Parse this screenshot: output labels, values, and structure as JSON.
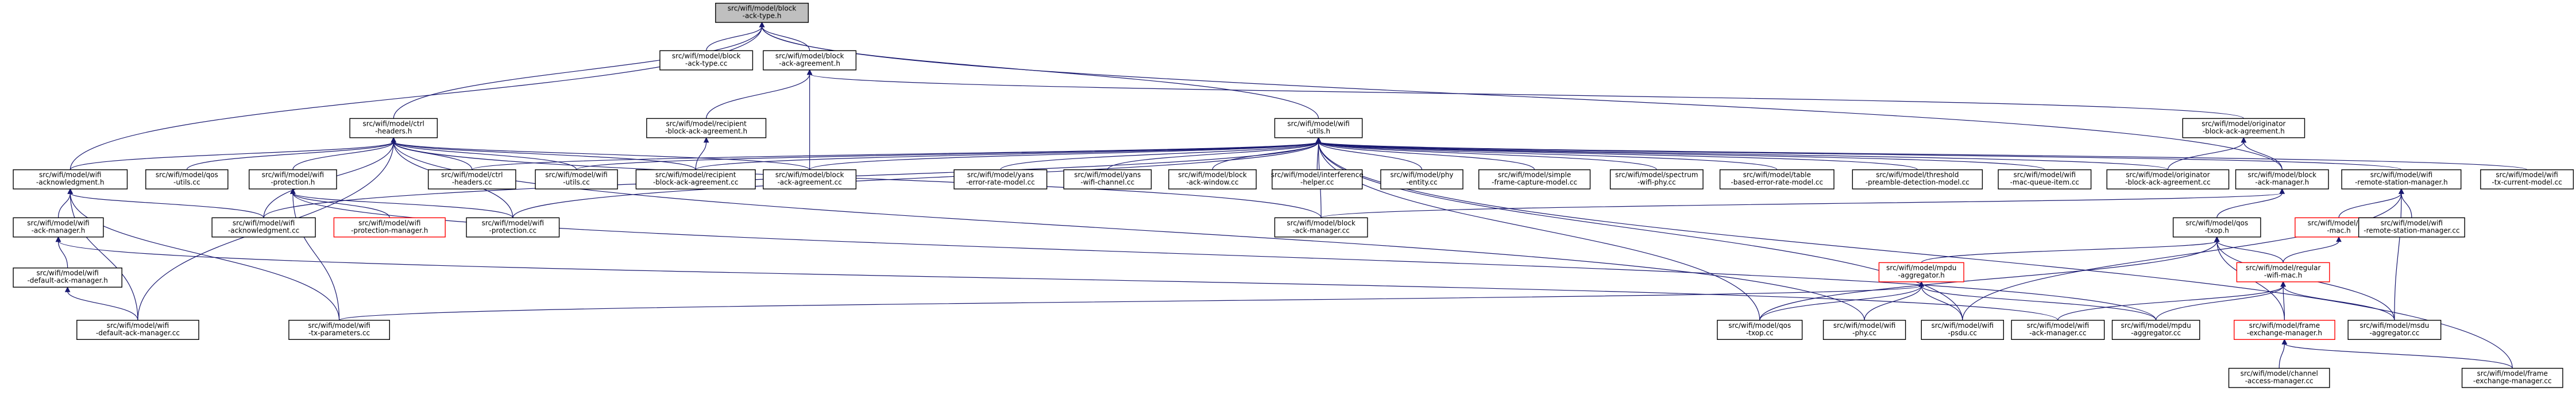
{
  "graph": {
    "colors": {
      "edge": "#191970",
      "root_fill": "#bfbfbf",
      "node_fill": "#ffffff",
      "node_border": "#000000",
      "truncated_border": "#ff0000"
    },
    "nodes": [
      {
        "id": "root",
        "lines": [
          "src/wifi/model/block",
          "-ack-type.h"
        ],
        "root": true
      },
      {
        "id": "back_type_cc",
        "lines": [
          "src/wifi/model/block",
          "-ack-type.cc"
        ]
      },
      {
        "id": "back_agree_h",
        "lines": [
          "src/wifi/model/block",
          "-ack-agreement.h"
        ]
      },
      {
        "id": "ctrl_h",
        "lines": [
          "src/wifi/model/ctrl",
          "-headers.h"
        ]
      },
      {
        "id": "wifi_utils_h",
        "lines": [
          "src/wifi/model/wifi",
          "-utils.h"
        ]
      },
      {
        "id": "recip_h",
        "lines": [
          "src/wifi/model/recipient",
          "-block-ack-agreement.h"
        ]
      },
      {
        "id": "orig_h",
        "lines": [
          "src/wifi/model/originator",
          "-block-ack-agreement.h"
        ]
      },
      {
        "id": "ack_h",
        "lines": [
          "src/wifi/model/wifi",
          "-acknowledgment.h"
        ]
      },
      {
        "id": "qos_utils",
        "lines": [
          "src/wifi/model/qos",
          "-utils.cc"
        ]
      },
      {
        "id": "prot_h",
        "lines": [
          "src/wifi/model/wifi",
          "-protection.h"
        ]
      },
      {
        "id": "ctrl_cc",
        "lines": [
          "src/wifi/model/ctrl",
          "-headers.cc"
        ]
      },
      {
        "id": "wifi_utils_cc",
        "lines": [
          "src/wifi/model/wifi",
          "-utils.cc"
        ]
      },
      {
        "id": "recip_cc",
        "lines": [
          "src/wifi/model/recipient",
          "-block-ack-agreement.cc"
        ]
      },
      {
        "id": "back_agree_cc",
        "lines": [
          "src/wifi/model/block",
          "-ack-agreement.cc"
        ]
      },
      {
        "id": "yans_err",
        "lines": [
          "src/wifi/model/yans",
          "-error-rate-model.cc"
        ]
      },
      {
        "id": "yans_chan",
        "lines": [
          "src/wifi/model/yans",
          "-wifi-channel.cc"
        ]
      },
      {
        "id": "back_win",
        "lines": [
          "src/wifi/model/block",
          "-ack-window.cc"
        ]
      },
      {
        "id": "interf",
        "lines": [
          "src/wifi/model/interference",
          "-helper.cc"
        ]
      },
      {
        "id": "phy_ent",
        "lines": [
          "src/wifi/model/phy",
          "-entity.cc"
        ]
      },
      {
        "id": "simple_fc",
        "lines": [
          "src/wifi/model/simple",
          "-frame-capture-model.cc"
        ]
      },
      {
        "id": "spectrum",
        "lines": [
          "src/wifi/model/spectrum",
          "-wifi-phy.cc"
        ]
      },
      {
        "id": "table_err",
        "lines": [
          "src/wifi/model/table",
          "-based-error-rate-model.cc"
        ]
      },
      {
        "id": "thresh",
        "lines": [
          "src/wifi/model/threshold",
          "-preamble-detection-model.cc"
        ]
      },
      {
        "id": "macq",
        "lines": [
          "src/wifi/model/wifi",
          "-mac-queue-item.cc"
        ]
      },
      {
        "id": "orig_cc",
        "lines": [
          "src/wifi/model/originator",
          "-block-ack-agreement.cc"
        ]
      },
      {
        "id": "bam_h",
        "lines": [
          "src/wifi/model/block",
          "-ack-manager.h"
        ]
      },
      {
        "id": "rsm_h",
        "lines": [
          "src/wifi/model/wifi",
          "-remote-station-manager.h"
        ]
      },
      {
        "id": "txcur",
        "lines": [
          "src/wifi/model/wifi",
          "-tx-current-model.cc"
        ]
      },
      {
        "id": "ackm_h",
        "lines": [
          "src/wifi/model/wifi",
          "-ack-manager.h"
        ]
      },
      {
        "id": "ack_cc",
        "lines": [
          "src/wifi/model/wifi",
          "-acknowledgment.cc"
        ]
      },
      {
        "id": "protm_h",
        "lines": [
          "src/wifi/model/wifi",
          "-protection-manager.h"
        ],
        "truncated": true
      },
      {
        "id": "prot_cc",
        "lines": [
          "src/wifi/model/wifi",
          "-protection.cc"
        ]
      },
      {
        "id": "bam_cc",
        "lines": [
          "src/wifi/model/block",
          "-ack-manager.cc"
        ]
      },
      {
        "id": "qos_txop_h",
        "lines": [
          "src/wifi/model/qos",
          "-txop.h"
        ]
      },
      {
        "id": "mac_h",
        "lines": [
          "src/wifi/model/wifi",
          "-mac.h"
        ],
        "truncated": true
      },
      {
        "id": "rsm_cc",
        "lines": [
          "src/wifi/model/wifi",
          "-remote-station-manager.cc"
        ]
      },
      {
        "id": "dackm_h",
        "lines": [
          "src/wifi/model/wifi",
          "-default-ack-manager.h"
        ]
      },
      {
        "id": "mpdu_agg_h",
        "lines": [
          "src/wifi/model/mpdu",
          "-aggregator.h"
        ],
        "truncated": true
      },
      {
        "id": "reg_mac_h",
        "lines": [
          "src/wifi/model/regular",
          "-wifi-mac.h"
        ],
        "truncated": true
      },
      {
        "id": "dackm_cc",
        "lines": [
          "src/wifi/model/wifi",
          "-default-ack-manager.cc"
        ]
      },
      {
        "id": "txparams",
        "lines": [
          "src/wifi/model/wifi",
          "-tx-parameters.cc"
        ]
      },
      {
        "id": "qos_txop_cc",
        "lines": [
          "src/wifi/model/qos",
          "-txop.cc"
        ]
      },
      {
        "id": "wifi_phy_cc",
        "lines": [
          "src/wifi/model/wifi",
          "-phy.cc"
        ]
      },
      {
        "id": "psdu_cc",
        "lines": [
          "src/wifi/model/wifi",
          "-psdu.cc"
        ]
      },
      {
        "id": "ackm_cc",
        "lines": [
          "src/wifi/model/wifi",
          "-ack-manager.cc"
        ]
      },
      {
        "id": "mpdu_agg_cc",
        "lines": [
          "src/wifi/model/mpdu",
          "-aggregator.cc"
        ]
      },
      {
        "id": "fem_h",
        "lines": [
          "src/wifi/model/frame",
          "-exchange-manager.h"
        ],
        "truncated": true
      },
      {
        "id": "msdu_agg",
        "lines": [
          "src/wifi/model/msdu",
          "-aggregator.cc"
        ]
      },
      {
        "id": "cam_cc",
        "lines": [
          "src/wifi/model/channel",
          "-access-manager.cc"
        ]
      },
      {
        "id": "fem_cc",
        "lines": [
          "src/wifi/model/frame",
          "-exchange-manager.cc"
        ]
      }
    ]
  }
}
